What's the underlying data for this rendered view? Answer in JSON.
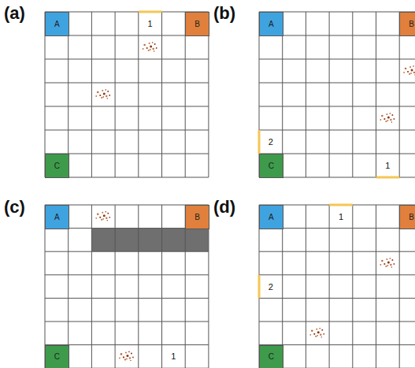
{
  "diagram": {
    "nodes": [
      {
        "text": [
          "A"
        ]
      },
      {
        "text": [
          "B"
        ]
      },
      {
        "text": [
          "C"
        ]
      },
      {
        "text": [
          "A"
        ]
      },
      {
        "text": [
          "B"
        ]
      },
      {
        "text": [
          "C"
        ]
      },
      {
        "text": [
          "A"
        ]
      },
      {
        "text": [
          "B"
        ]
      },
      {
        "text": [
          "C"
        ]
      },
      {
        "text": [
          "A"
        ]
      },
      {
        "text": [
          "B"
        ]
      },
      {
        "text": [
          "C"
        ]
      }
    ],
    "labels": [
      "(a)",
      "1",
      "(b)",
      "2",
      "1",
      "(c)",
      "1",
      "(d)",
      "1",
      "2"
    ]
  }
}
